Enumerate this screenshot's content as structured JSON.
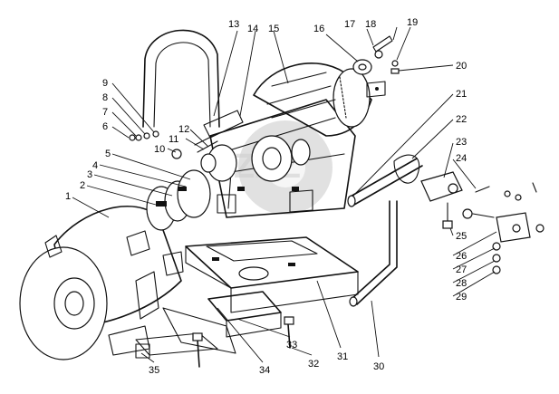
{
  "diagram": {
    "watermark_text": "ZAZ",
    "callouts": [
      {
        "id": "c1",
        "label": "1"
      },
      {
        "id": "c2",
        "label": "2"
      },
      {
        "id": "c3",
        "label": "3"
      },
      {
        "id": "c4",
        "label": "4"
      },
      {
        "id": "c5",
        "label": "5"
      },
      {
        "id": "c6",
        "label": "6"
      },
      {
        "id": "c7",
        "label": "7"
      },
      {
        "id": "c8",
        "label": "8"
      },
      {
        "id": "c9",
        "label": "9"
      },
      {
        "id": "c10",
        "label": "10"
      },
      {
        "id": "c11",
        "label": "11"
      },
      {
        "id": "c12",
        "label": "12"
      },
      {
        "id": "c13",
        "label": "13"
      },
      {
        "id": "c14",
        "label": "14"
      },
      {
        "id": "c15",
        "label": "15"
      },
      {
        "id": "c16",
        "label": "16"
      },
      {
        "id": "c17",
        "label": "17"
      },
      {
        "id": "c18",
        "label": "18"
      },
      {
        "id": "c19",
        "label": "19"
      },
      {
        "id": "c20",
        "label": "20"
      },
      {
        "id": "c21",
        "label": "21"
      },
      {
        "id": "c22",
        "label": "22"
      },
      {
        "id": "c23",
        "label": "23"
      },
      {
        "id": "c24",
        "label": "24"
      },
      {
        "id": "c25",
        "label": "25"
      },
      {
        "id": "c26",
        "label": "26"
      },
      {
        "id": "c27",
        "label": "27"
      },
      {
        "id": "c28",
        "label": "28"
      },
      {
        "id": "c29",
        "label": "29"
      },
      {
        "id": "c30",
        "label": "30"
      },
      {
        "id": "c31",
        "label": "31"
      },
      {
        "id": "c32",
        "label": "32"
      },
      {
        "id": "c33",
        "label": "33"
      },
      {
        "id": "c34",
        "label": "34"
      },
      {
        "id": "c35",
        "label": "35"
      }
    ]
  }
}
